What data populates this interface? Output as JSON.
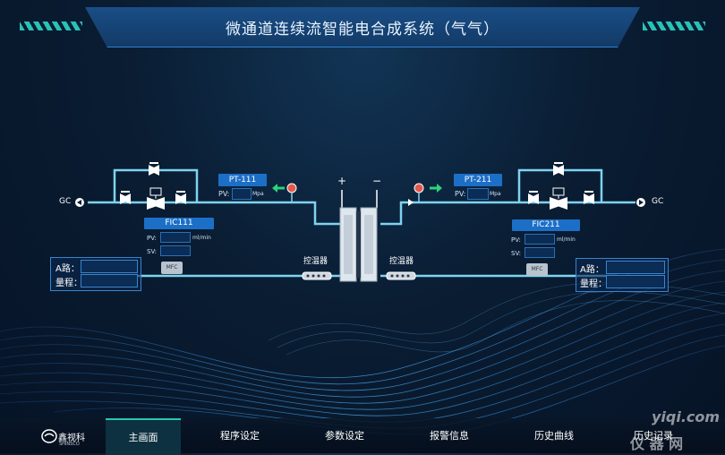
{
  "header": {
    "title": "微通道连续流智能电合成系统（气气）"
  },
  "colors": {
    "accent": "#25c8b3",
    "pipe": "#7fd3f0",
    "tag": "#1c6fc7",
    "arrow_red": "#e05a4d",
    "arrow_green": "#2cd37c"
  },
  "left": {
    "gc_label": "GC",
    "pt_tag": "PT-111",
    "pt_pv_label": "PV:",
    "pt_unit": "Mpa",
    "fic_tag": "FIC111",
    "fic_pv_label": "PV:",
    "fic_sv_label": "SV:",
    "fic_unit": "ml/min",
    "mfc_label": "MFC",
    "heater_label": "控温器",
    "route_label": "A路：",
    "range_label": "量程："
  },
  "right": {
    "gc_label": "GC",
    "pt_tag": "PT-211",
    "pt_pv_label": "PV:",
    "pt_unit": "Mpa",
    "fic_tag": "FIC211",
    "fic_pv_label": "PV:",
    "fic_sv_label": "SV:",
    "fic_unit": "ml/min",
    "mfc_label": "MFC",
    "heater_label": "控温器",
    "route_label": "A路：",
    "range_label": "量程："
  },
  "reactor": {
    "plus": "+",
    "minus": "−"
  },
  "nav": {
    "logo": "鑫视科",
    "logo_sub": "SHINSCO",
    "items": [
      "主画面",
      "程序设定",
      "参数设定",
      "报警信息",
      "历史曲线",
      "历史记录"
    ]
  },
  "watermark": {
    "site": "yiqi.com",
    "brand": "仪  器  网"
  }
}
